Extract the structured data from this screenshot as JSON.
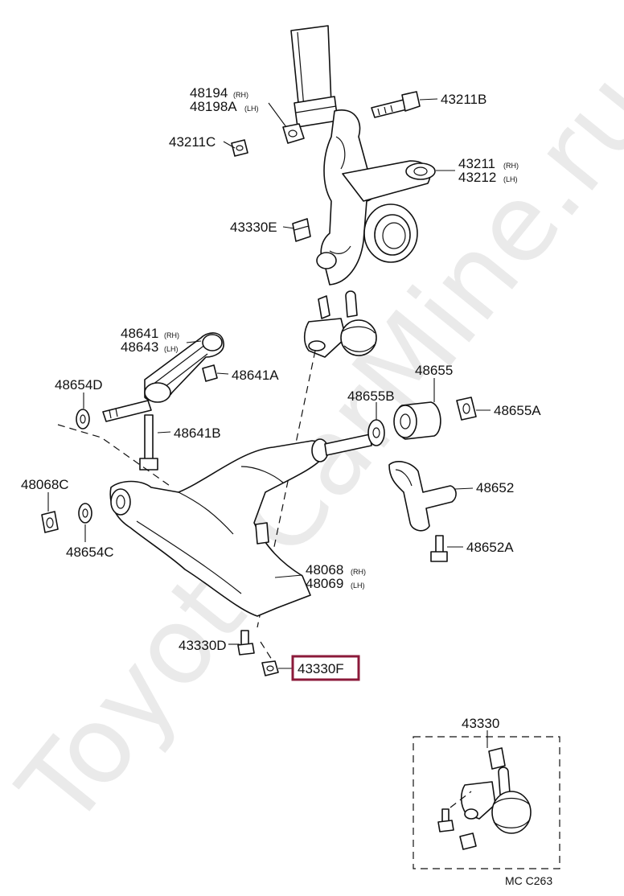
{
  "watermark": "ToyotaCarMine.ru",
  "figure_code": "MC C263",
  "highlighted_part": "43330F",
  "labels": {
    "p48194": "48194",
    "p48198A": "48198A",
    "p43211C": "43211C",
    "p43330E": "43330E",
    "p43211B": "43211B",
    "p43211": "43211",
    "p43212": "43212",
    "p48641": "48641",
    "p48643": "48643",
    "p48654D": "48654D",
    "p48641A": "48641A",
    "p48641B": "48641B",
    "p48655": "48655",
    "p48655B": "48655B",
    "p48655A": "48655A",
    "p48068C": "48068C",
    "p48654C": "48654C",
    "p48652": "48652",
    "p48652A": "48652A",
    "p48068": "48068",
    "p48069": "48069",
    "p43330D": "43330D",
    "p43330F": "43330F",
    "p43330": "43330"
  },
  "sides": {
    "rh": "(RH)",
    "lh": "(LH)"
  }
}
